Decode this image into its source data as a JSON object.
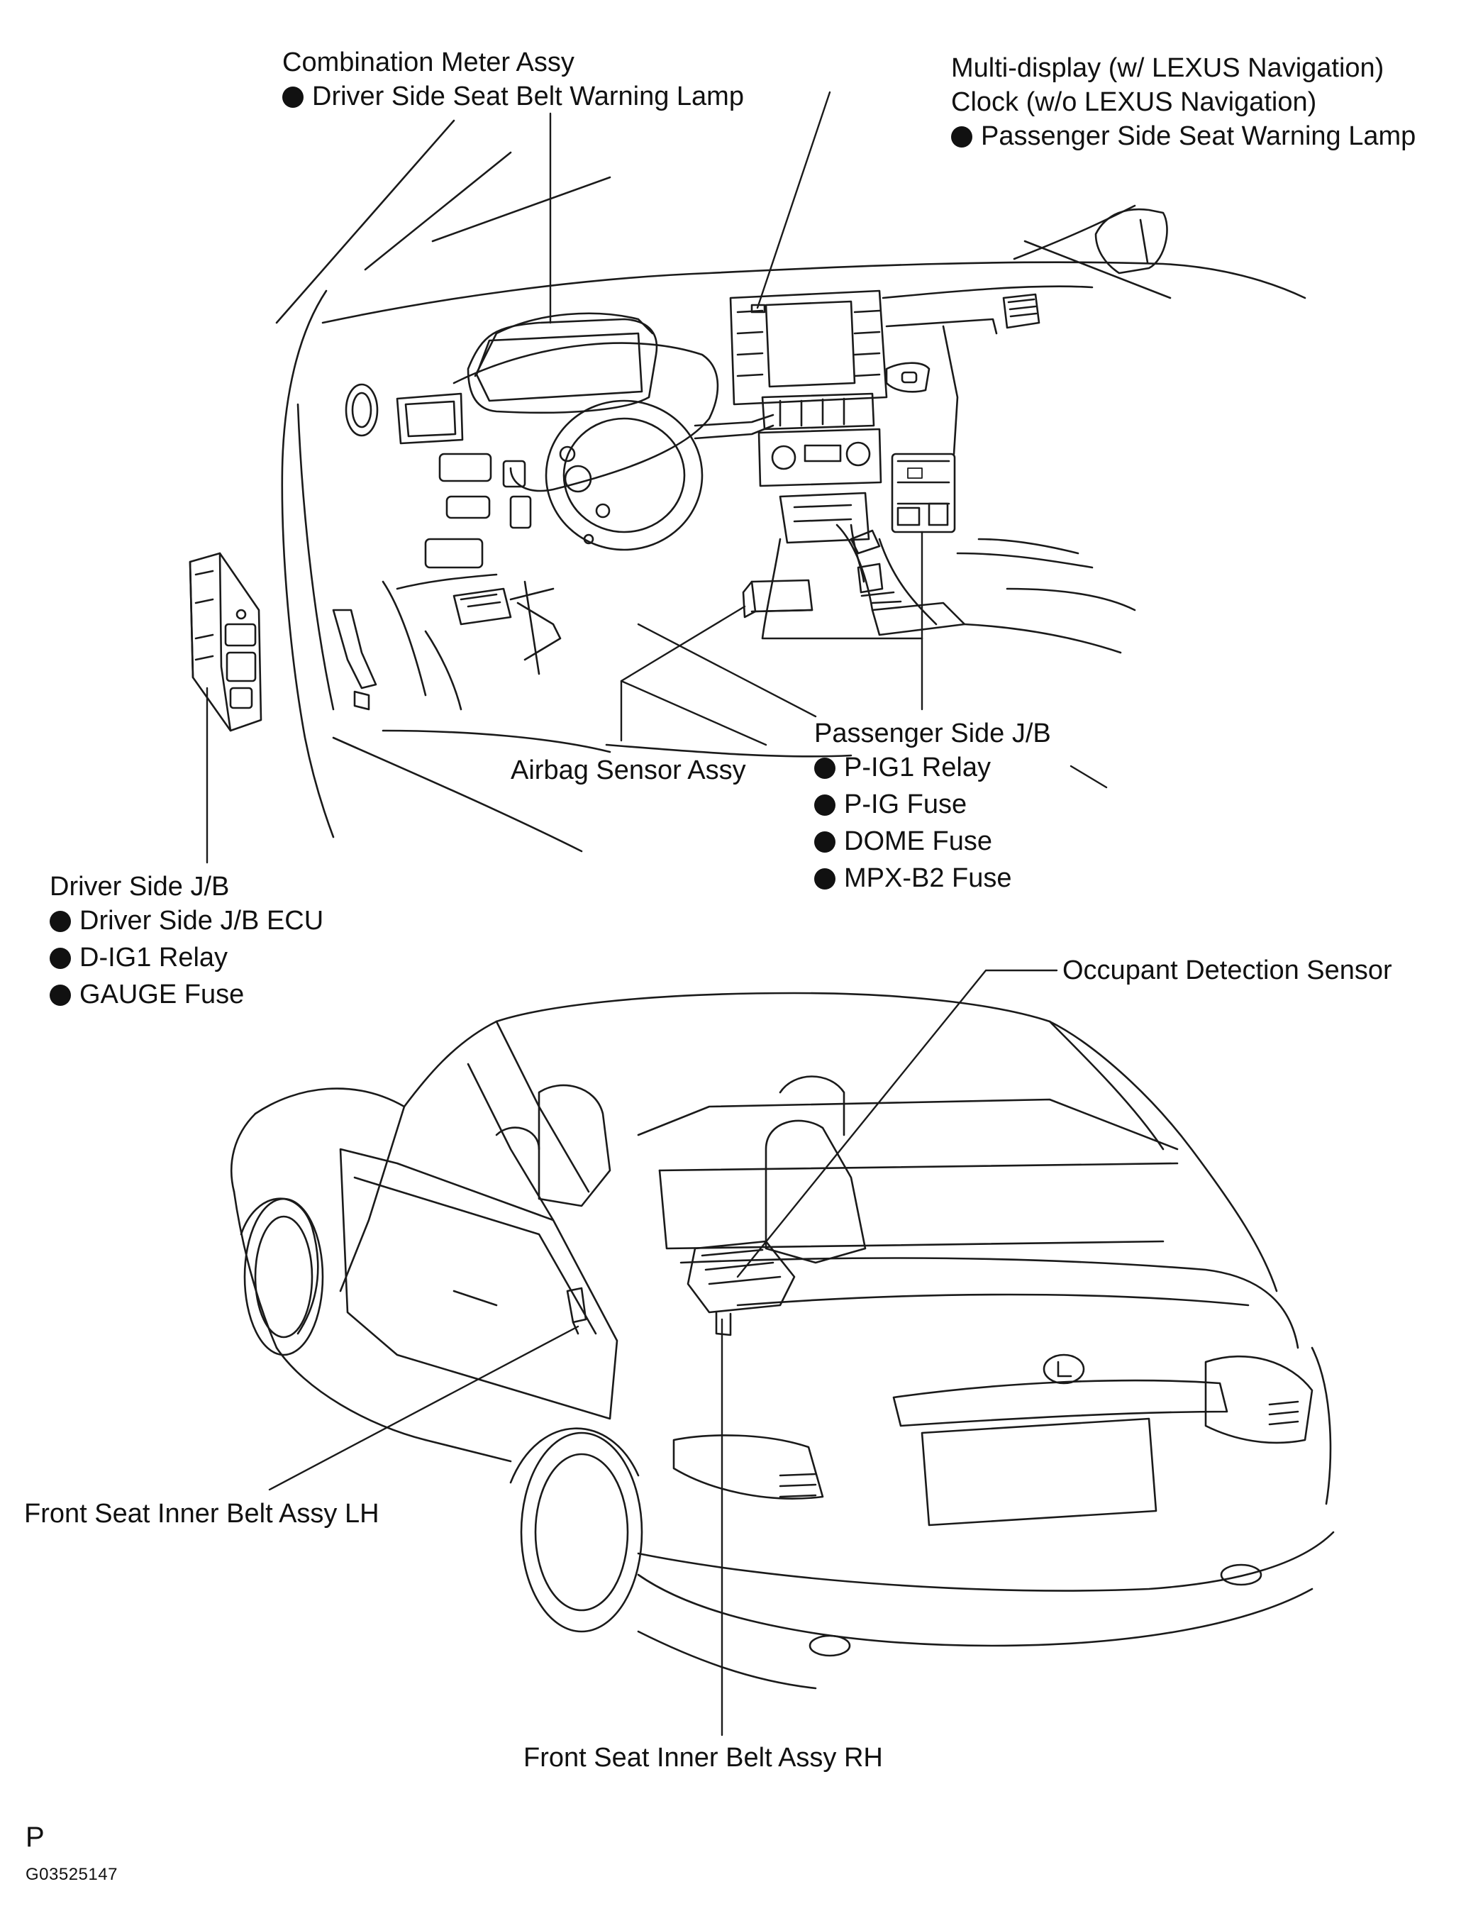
{
  "diagram": {
    "callouts": {
      "combination_meter": {
        "title": "Combination Meter Assy",
        "items": [
          "Driver Side Seat Belt Warning Lamp"
        ]
      },
      "multi_display": {
        "line1": "Multi-display (w/ LEXUS Navigation)",
        "line2": "Clock (w/o LEXUS Navigation)",
        "items": [
          "Passenger Side Seat Warning Lamp"
        ]
      },
      "airbag_sensor": {
        "title": "Airbag Sensor Assy"
      },
      "passenger_jb": {
        "title": "Passenger Side J/B",
        "items": [
          "P-IG1 Relay",
          "P-IG Fuse",
          "DOME Fuse",
          "MPX-B2 Fuse"
        ]
      },
      "driver_jb": {
        "title": "Driver Side J/B",
        "items": [
          "Driver Side J/B ECU",
          "D-IG1 Relay",
          "GAUGE Fuse"
        ]
      },
      "occupant_sensor": {
        "title": "Occupant Detection Sensor"
      },
      "front_belt_lh": {
        "title": "Front Seat Inner Belt Assy LH"
      },
      "front_belt_rh": {
        "title": "Front Seat Inner Belt Assy RH"
      }
    },
    "page_letter": "P",
    "figure_id": "G03525147",
    "bullet_color": "#111111",
    "line_color": "#1a1a1a"
  }
}
